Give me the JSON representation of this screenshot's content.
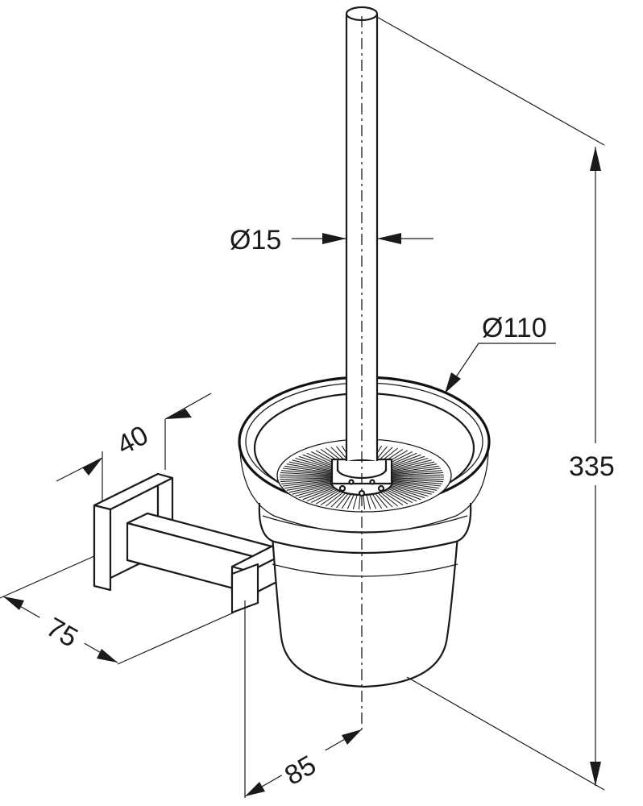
{
  "dimensions": {
    "handle_diameter": "Ø15",
    "cup_diameter": "Ø110",
    "total_height": "335",
    "plate_width": "40",
    "depth": "75",
    "projection": "85"
  }
}
